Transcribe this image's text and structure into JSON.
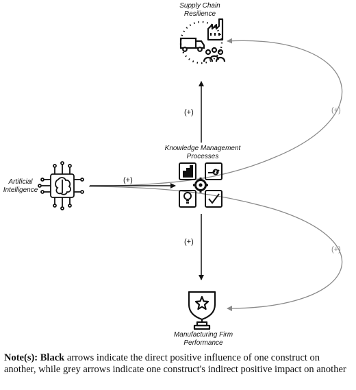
{
  "nodes": {
    "scr": {
      "label_line1": "Supply Chain",
      "label_line2": "Resilience",
      "icon": "truck-factory-people-icon"
    },
    "kmp": {
      "label_line1": "Knowledge Management",
      "label_line2": "Processes",
      "icon": "gear-dashboard-icon"
    },
    "ai": {
      "label_line1": "Artificial",
      "label_line2": "Intelligence",
      "icon": "circuit-brain-icon"
    },
    "mfp": {
      "label_line1": "Manufacturing Firm",
      "label_line2": "Performance",
      "icon": "trophy-star-icon"
    }
  },
  "edges": {
    "ai_kmp": {
      "sign": "(+)",
      "color": "#000000"
    },
    "kmp_scr": {
      "sign": "(+)",
      "color": "#000000"
    },
    "kmp_mfp": {
      "sign": "(+)",
      "color": "#000000"
    },
    "ai_scr_indirect": {
      "sign": "(+)",
      "color": "#8a8a8a"
    },
    "ai_mfp_indirect": {
      "sign": "(+)",
      "color": "#8a8a8a"
    }
  },
  "note": {
    "prefix": "Note(s):",
    "black_word": "Black",
    "text": " arrows indicate the direct positive influence of one construct on another, while grey arrows indicate one construct's indirect positive impact on another"
  }
}
